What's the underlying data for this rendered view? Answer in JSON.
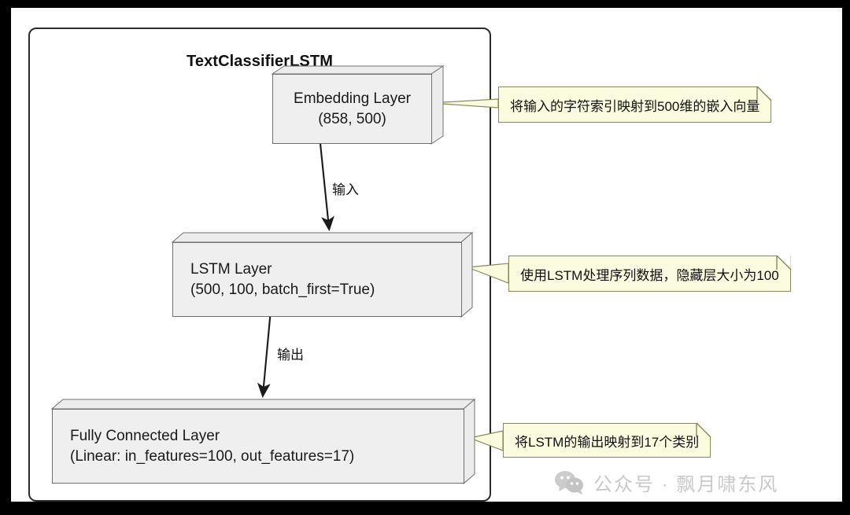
{
  "diagram": {
    "package_title": "TextClassifierLSTM",
    "nodes": [
      {
        "name": "embedding-layer",
        "line1": "Embedding Layer",
        "line2": "(858, 500)"
      },
      {
        "name": "lstm-layer",
        "line1": "LSTM Layer",
        "line2": "(500, 100, batch_first=True)"
      },
      {
        "name": "fully-connected-layer",
        "line1": "Fully Connected Layer",
        "line2": "(Linear: in_features=100, out_features=17)"
      }
    ],
    "edges": [
      {
        "name": "edge-embedding-to-lstm",
        "label": "输入"
      },
      {
        "name": "edge-lstm-to-fc",
        "label": "输出"
      }
    ],
    "notes": [
      {
        "name": "note-embedding",
        "text": "将输入的字符索引映射到500维的嵌入向量"
      },
      {
        "name": "note-lstm",
        "text": "使用LSTM处理序列数据，隐藏层大小为100"
      },
      {
        "name": "note-fc",
        "text": "将LSTM的输出映射到17个类别"
      }
    ],
    "watermark": {
      "icon": "wechat-icon",
      "text": "公众号 · 飘月啸东风"
    },
    "colors": {
      "node_fill": "#efefef",
      "node_top_fill": "#ececec",
      "node_stroke": "#707070",
      "note_fill": "#fbfbe0",
      "note_stroke": "#8a8a5c",
      "package_stroke": "#2b2b2b",
      "arrow": "#1a1a1a",
      "watermark": "#c9c9c9"
    }
  }
}
